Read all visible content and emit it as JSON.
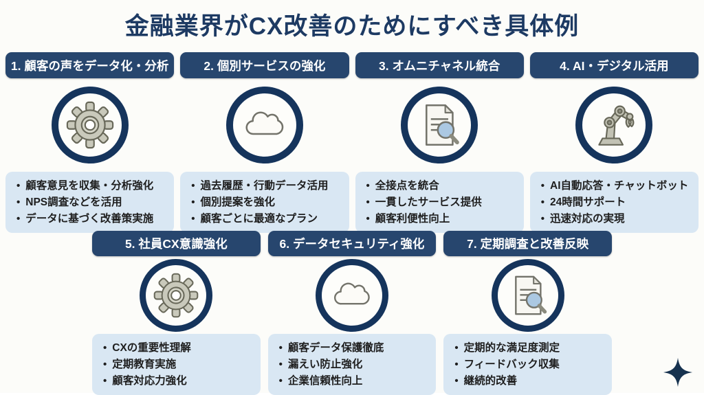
{
  "title": "金融業界がCX改善のためにすべき具体例",
  "colors": {
    "title_navy": "#1d3a63",
    "header_bg": "#27466e",
    "circle_ring": "#15345c",
    "card_bg": "#d9e7f3",
    "icon_gray": "#c9c9bb",
    "magnifier_lens": "#abc8e2",
    "sparkle": "#16324f"
  },
  "sections": [
    {
      "title": "1. 顧客の声をデータ化・分析",
      "icon": "gear-icon",
      "bullets": [
        "顧客意見を収集・分析強化",
        "NPS調査などを活用",
        "データに基づく改善策実施"
      ]
    },
    {
      "title": "2. 個別サービスの強化",
      "icon": "cloud-icon",
      "bullets": [
        "過去履歴・行動データ活用",
        "個別提案を強化",
        "顧客ごとに最適なプラン"
      ]
    },
    {
      "title": "3. オムニチャネル統合",
      "icon": "document-search-icon",
      "bullets": [
        "全接点を統合",
        "一貫したサービス提供",
        "顧客利便性向上"
      ]
    },
    {
      "title": "4. AI・デジタル活用",
      "icon": "robot-arm-icon",
      "bullets": [
        "AI自動応答・チャットボット",
        "24時間サポート",
        "迅速対応の実現"
      ]
    },
    {
      "title": "5. 社員CX意識強化",
      "icon": "gear-icon",
      "bullets": [
        "CXの重要性理解",
        "定期教育実施",
        "顧客対応力強化"
      ]
    },
    {
      "title": "6. データセキュリティ強化",
      "icon": "cloud-icon",
      "bullets": [
        "顧客データ保護徹底",
        "漏えい防止強化",
        "企業信頼性向上"
      ]
    },
    {
      "title": "7. 定期調査と改善反映",
      "icon": "document-search-icon",
      "bullets": [
        "定期的な満足度測定",
        "フィードバック収集",
        "継続的改善"
      ]
    }
  ],
  "decoration": {
    "bottom_right": "four-point-sparkle"
  }
}
